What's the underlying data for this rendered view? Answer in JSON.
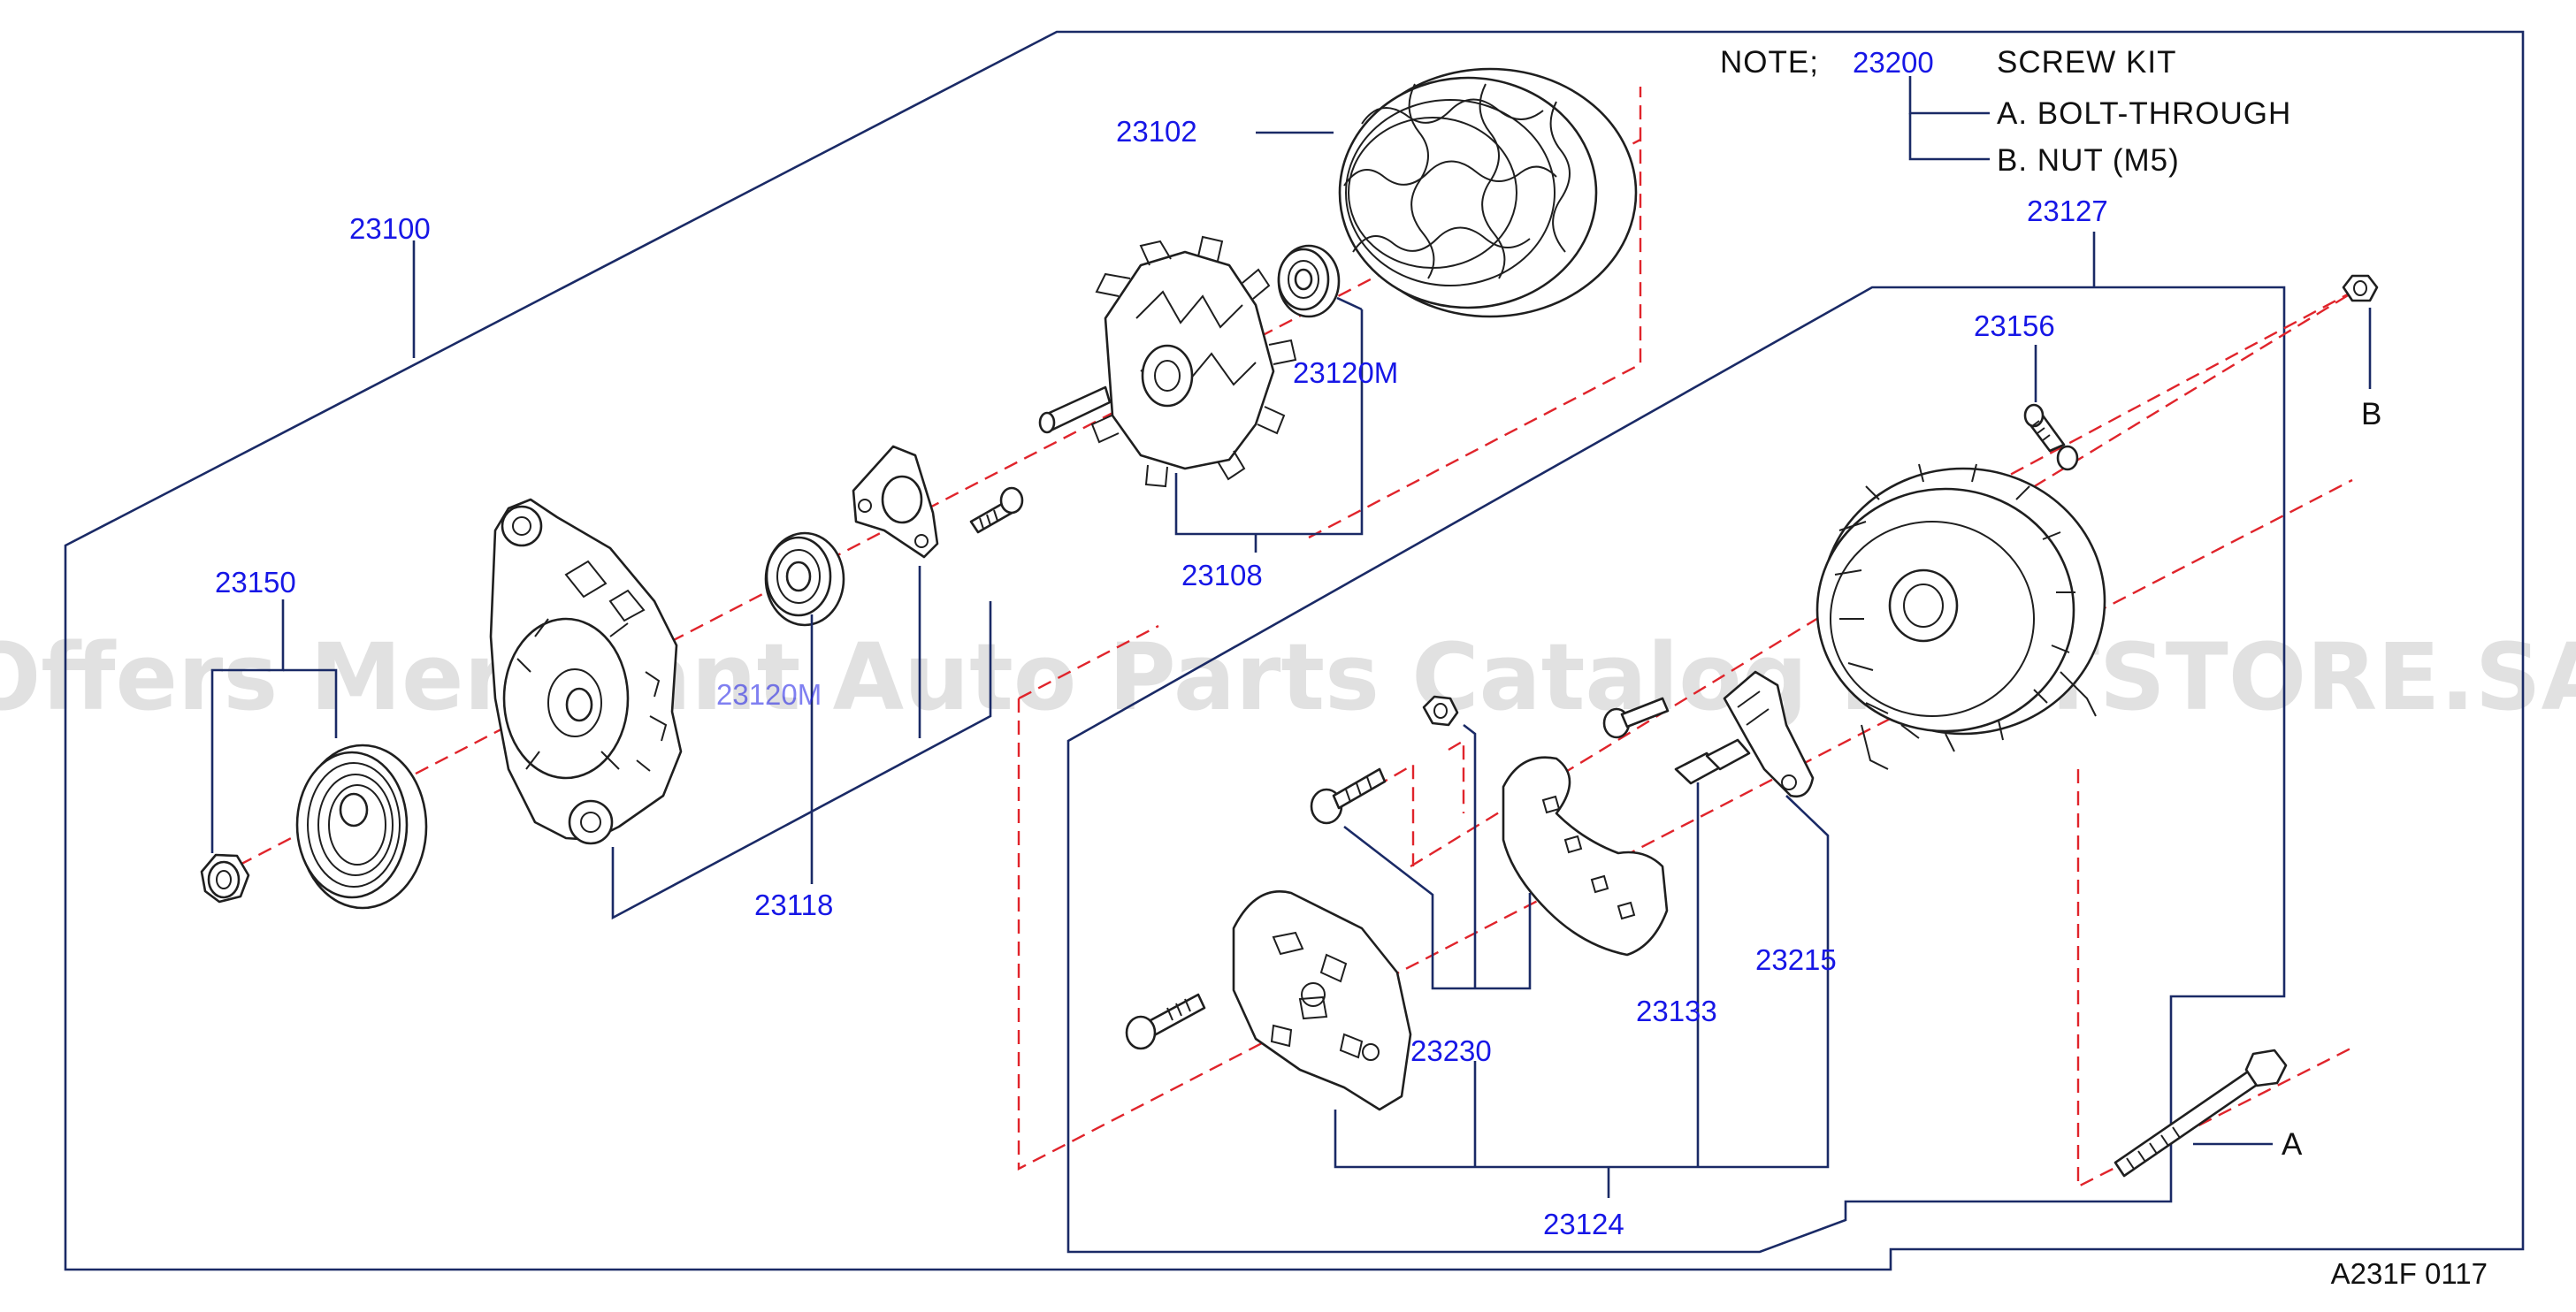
{
  "watermark": "Offers Merchant Auto Parts Catalog PARTSTORE.SA",
  "note": {
    "label": "NOTE;",
    "kit_number": "23200",
    "kit_name": "SCREW  KIT",
    "item_a": "A.  BOLT-THROUGH",
    "item_b": "B.  NUT  (M5)"
  },
  "part_numbers": {
    "p23100": "23100",
    "p23102": "23102",
    "p23108": "23108",
    "p23118": "23118",
    "p23120M": "23120M",
    "p23120M_ghost": "23120M",
    "p23124": "23124",
    "p23127": "23127",
    "p23133": "23133",
    "p23150": "23150",
    "p23156": "23156",
    "p23215": "23215",
    "p23230": "23230"
  },
  "callouts": {
    "a": "A",
    "b": "B"
  },
  "diagram_code": "A231F  0117",
  "colors": {
    "frame": "#1a2a66",
    "part_number": "#1717e6",
    "axis": "#e0242b"
  }
}
